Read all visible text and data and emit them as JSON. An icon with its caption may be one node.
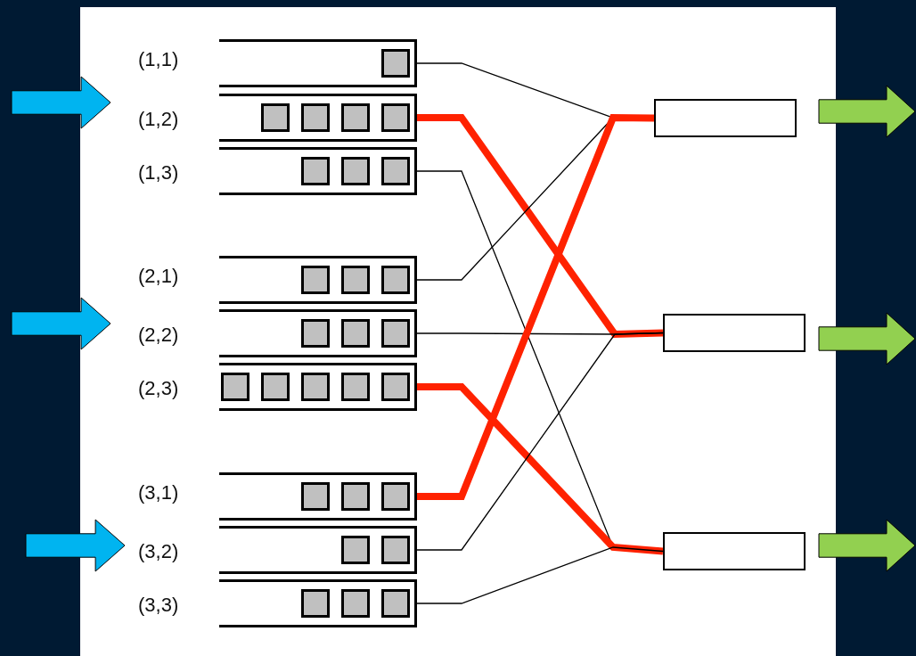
{
  "diagram": {
    "nodes": [
      {
        "text": [
          "(1,1)"
        ]
      },
      {
        "text": [
          "(1,2)"
        ]
      },
      {
        "text": [
          "(1,3)"
        ]
      },
      {
        "text": [
          "(2,1)"
        ]
      },
      {
        "text": [
          "(2,2)"
        ]
      },
      {
        "text": [
          "(2,3)"
        ]
      },
      {
        "text": [
          "(3,1)"
        ]
      },
      {
        "text": [
          "(3,2)"
        ]
      },
      {
        "text": [
          "(3,3)"
        ]
      },
      {
        "text": [],
        "shape": "box"
      },
      {
        "text": [],
        "shape": "box"
      },
      {
        "text": [],
        "shape": "box"
      }
    ],
    "edges": [
      {
        "from": 0,
        "to": 9,
        "arrow": "none"
      },
      {
        "from": 1,
        "to": 10,
        "arrow": "none",
        "style": "thick",
        "color": "#ff2200"
      },
      {
        "from": 2,
        "to": 11,
        "arrow": "none"
      },
      {
        "from": 3,
        "to": 9,
        "arrow": "none"
      },
      {
        "from": 4,
        "to": 10,
        "arrow": "none"
      },
      {
        "from": 5,
        "to": 11,
        "arrow": "none",
        "style": "thick",
        "color": "#ff2200"
      },
      {
        "from": 6,
        "to": 9,
        "arrow": "none",
        "style": "thick",
        "color": "#ff2200"
      },
      {
        "from": 7,
        "to": 10,
        "arrow": "none"
      },
      {
        "from": 8,
        "to": 11,
        "arrow": "none"
      }
    ]
  }
}
